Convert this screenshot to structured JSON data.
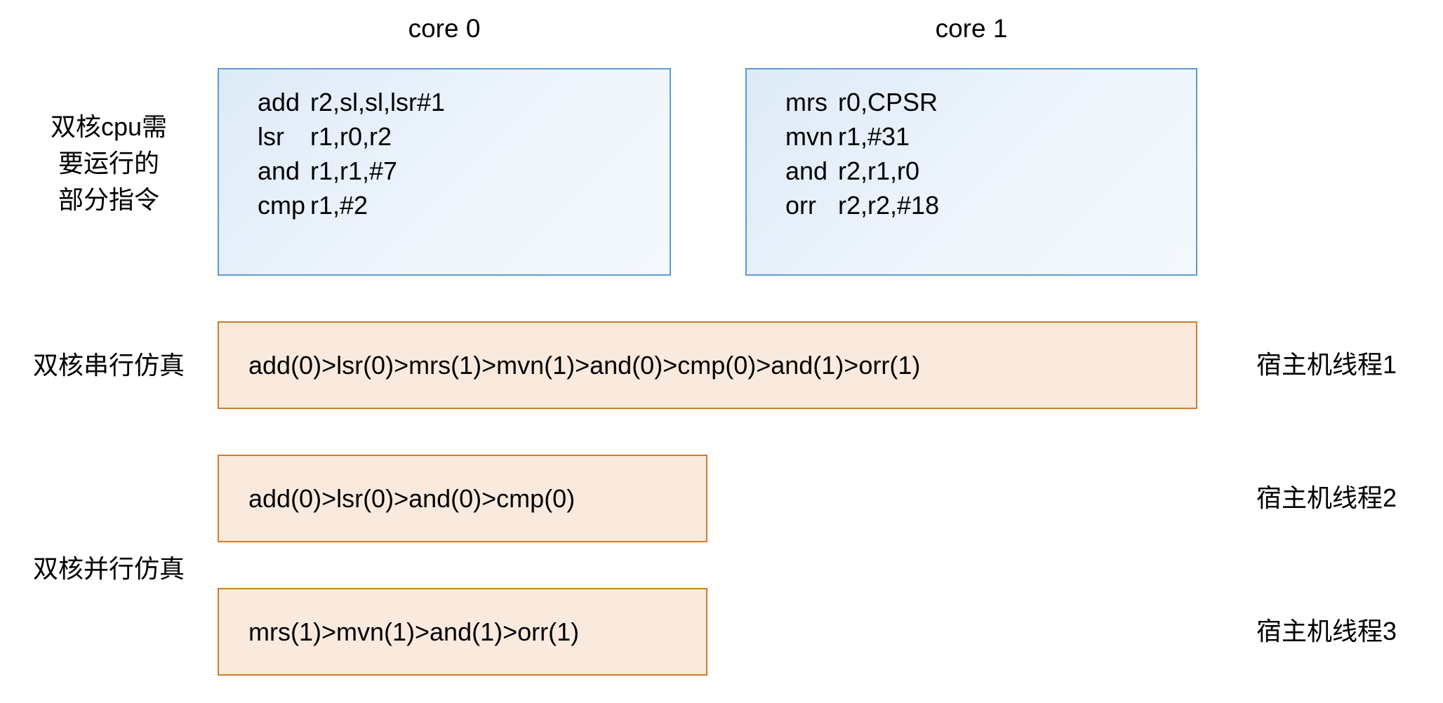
{
  "colors": {
    "core_box_border": "#5b9bd5",
    "core_box_fill": "#e8f1fa",
    "seq_box_border": "#d07c2d",
    "seq_box_fill": "#faeade",
    "text": "#000000",
    "background": "#ffffff"
  },
  "cores": [
    {
      "title": "core 0",
      "instructions": [
        {
          "mnemonic": "add",
          "operands": "r2,sl,sl,lsr#1"
        },
        {
          "mnemonic": "lsr",
          "operands": "r1,r0,r2"
        },
        {
          "mnemonic": "and",
          "operands": "r1,r1,#7"
        },
        {
          "mnemonic": "cmp",
          "operands": "r1,#2"
        }
      ]
    },
    {
      "title": "core 1",
      "instructions": [
        {
          "mnemonic": "mrs",
          "operands": "r0,CPSR"
        },
        {
          "mnemonic": "mvn",
          "operands": "r1,#31"
        },
        {
          "mnemonic": "and",
          "operands": "r2,r1,r0"
        },
        {
          "mnemonic": "orr",
          "operands": "r2,r2,#18"
        }
      ]
    }
  ],
  "labels": {
    "instructions_caption_line1": "双核cpu需",
    "instructions_caption_line2": "要运行的",
    "instructions_caption_line3": "部分指令",
    "serial_caption": "双核串行仿真",
    "parallel_caption": "双核并行仿真"
  },
  "sequences": [
    {
      "id": "serial",
      "text": "add(0)>lsr(0)>mrs(1)>mvn(1)>and(0)>cmp(0)>and(1)>orr(1)",
      "thread_label": "宿主机线程1"
    },
    {
      "id": "parallel-core0",
      "text": "add(0)>lsr(0)>and(0)>cmp(0)",
      "thread_label": "宿主机线程2"
    },
    {
      "id": "parallel-core1",
      "text": "mrs(1)>mvn(1)>and(1)>orr(1)",
      "thread_label": "宿主机线程3"
    }
  ]
}
